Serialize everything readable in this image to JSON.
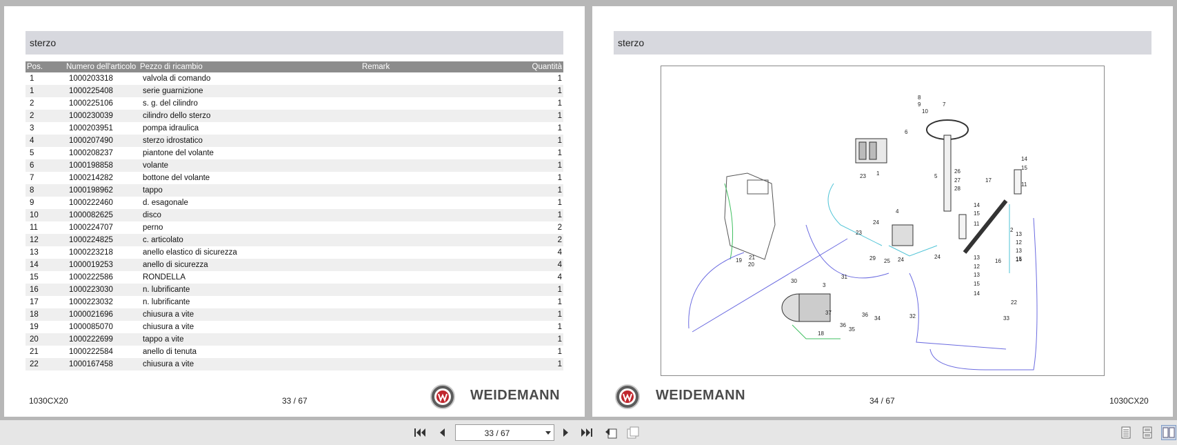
{
  "left_page": {
    "section_title": "sterzo",
    "table_headers": [
      "Pos.",
      "Numero dell'articolo",
      "Pezzo di ricambio",
      "Remark",
      "Quantità"
    ],
    "rows": [
      [
        "1",
        "1000203318",
        "valvola di comando",
        "",
        "1"
      ],
      [
        "1",
        "1000225408",
        "serie guarnizione",
        "",
        "1"
      ],
      [
        "2",
        "1000225106",
        "s. g. del cilindro",
        "",
        "1"
      ],
      [
        "2",
        "1000230039",
        "cilindro dello sterzo",
        "",
        "1"
      ],
      [
        "3",
        "1000203951",
        "pompa idraulica",
        "",
        "1"
      ],
      [
        "4",
        "1000207490",
        "sterzo idrostatico",
        "",
        "1"
      ],
      [
        "5",
        "1000208237",
        "piantone del volante",
        "",
        "1"
      ],
      [
        "6",
        "1000198858",
        "volante",
        "",
        "1"
      ],
      [
        "7",
        "1000214282",
        "bottone del volante",
        "",
        "1"
      ],
      [
        "8",
        "1000198962",
        "tappo",
        "",
        "1"
      ],
      [
        "9",
        "1000222460",
        "d. esagonale",
        "",
        "1"
      ],
      [
        "10",
        "1000082625",
        "disco",
        "",
        "1"
      ],
      [
        "11",
        "1000224707",
        "perno",
        "",
        "2"
      ],
      [
        "12",
        "1000224825",
        "c. articolato",
        "",
        "2"
      ],
      [
        "13",
        "1000223218",
        "anello elastico di sicurezza",
        "",
        "4"
      ],
      [
        "14",
        "1000019253",
        "anello di sicurezza",
        "",
        "4"
      ],
      [
        "15",
        "1000222586",
        "RONDELLA",
        "",
        "4"
      ],
      [
        "16",
        "1000223030",
        "n. lubrificante",
        "",
        "1"
      ],
      [
        "17",
        "1000223032",
        "n. lubrificante",
        "",
        "1"
      ],
      [
        "18",
        "1000021696",
        "chiusura a vite",
        "",
        "1"
      ],
      [
        "19",
        "1000085070",
        "chiusura a vite",
        "",
        "1"
      ],
      [
        "20",
        "1000222699",
        "tappo a vite",
        "",
        "1"
      ],
      [
        "21",
        "1000222584",
        "anello di tenuta",
        "",
        "1"
      ],
      [
        "22",
        "1000167458",
        "chiusura a vite",
        "",
        "1"
      ]
    ],
    "footer_model": "1030CX20",
    "footer_page": "33 / 67",
    "brand": "WEIDEMANN"
  },
  "right_page": {
    "section_title": "sterzo",
    "footer_model": "1030CX20",
    "footer_page": "34 / 67",
    "brand": "WEIDEMANN",
    "diagram_labels": [
      "8",
      "9",
      "10",
      "7",
      "6",
      "1",
      "23",
      "5",
      "26",
      "27",
      "28",
      "14",
      "15",
      "11",
      "17",
      "14",
      "15",
      "11",
      "2",
      "13",
      "12",
      "13",
      "15",
      "14",
      "4",
      "24",
      "23",
      "29",
      "25",
      "24",
      "24",
      "13",
      "12",
      "13",
      "15",
      "14",
      "16",
      "21",
      "20",
      "19",
      "30",
      "31",
      "3",
      "37",
      "36",
      "34",
      "36",
      "35",
      "18",
      "32",
      "22",
      "33"
    ]
  },
  "toolbar": {
    "page_indicator": "33 / 67",
    "icons": [
      "first-page-icon",
      "previous-page-icon",
      "next-page-icon",
      "last-page-icon",
      "go-back-icon",
      "go-forward-icon",
      "single-page-view-icon",
      "continuous-view-icon",
      "two-page-view-icon"
    ]
  }
}
